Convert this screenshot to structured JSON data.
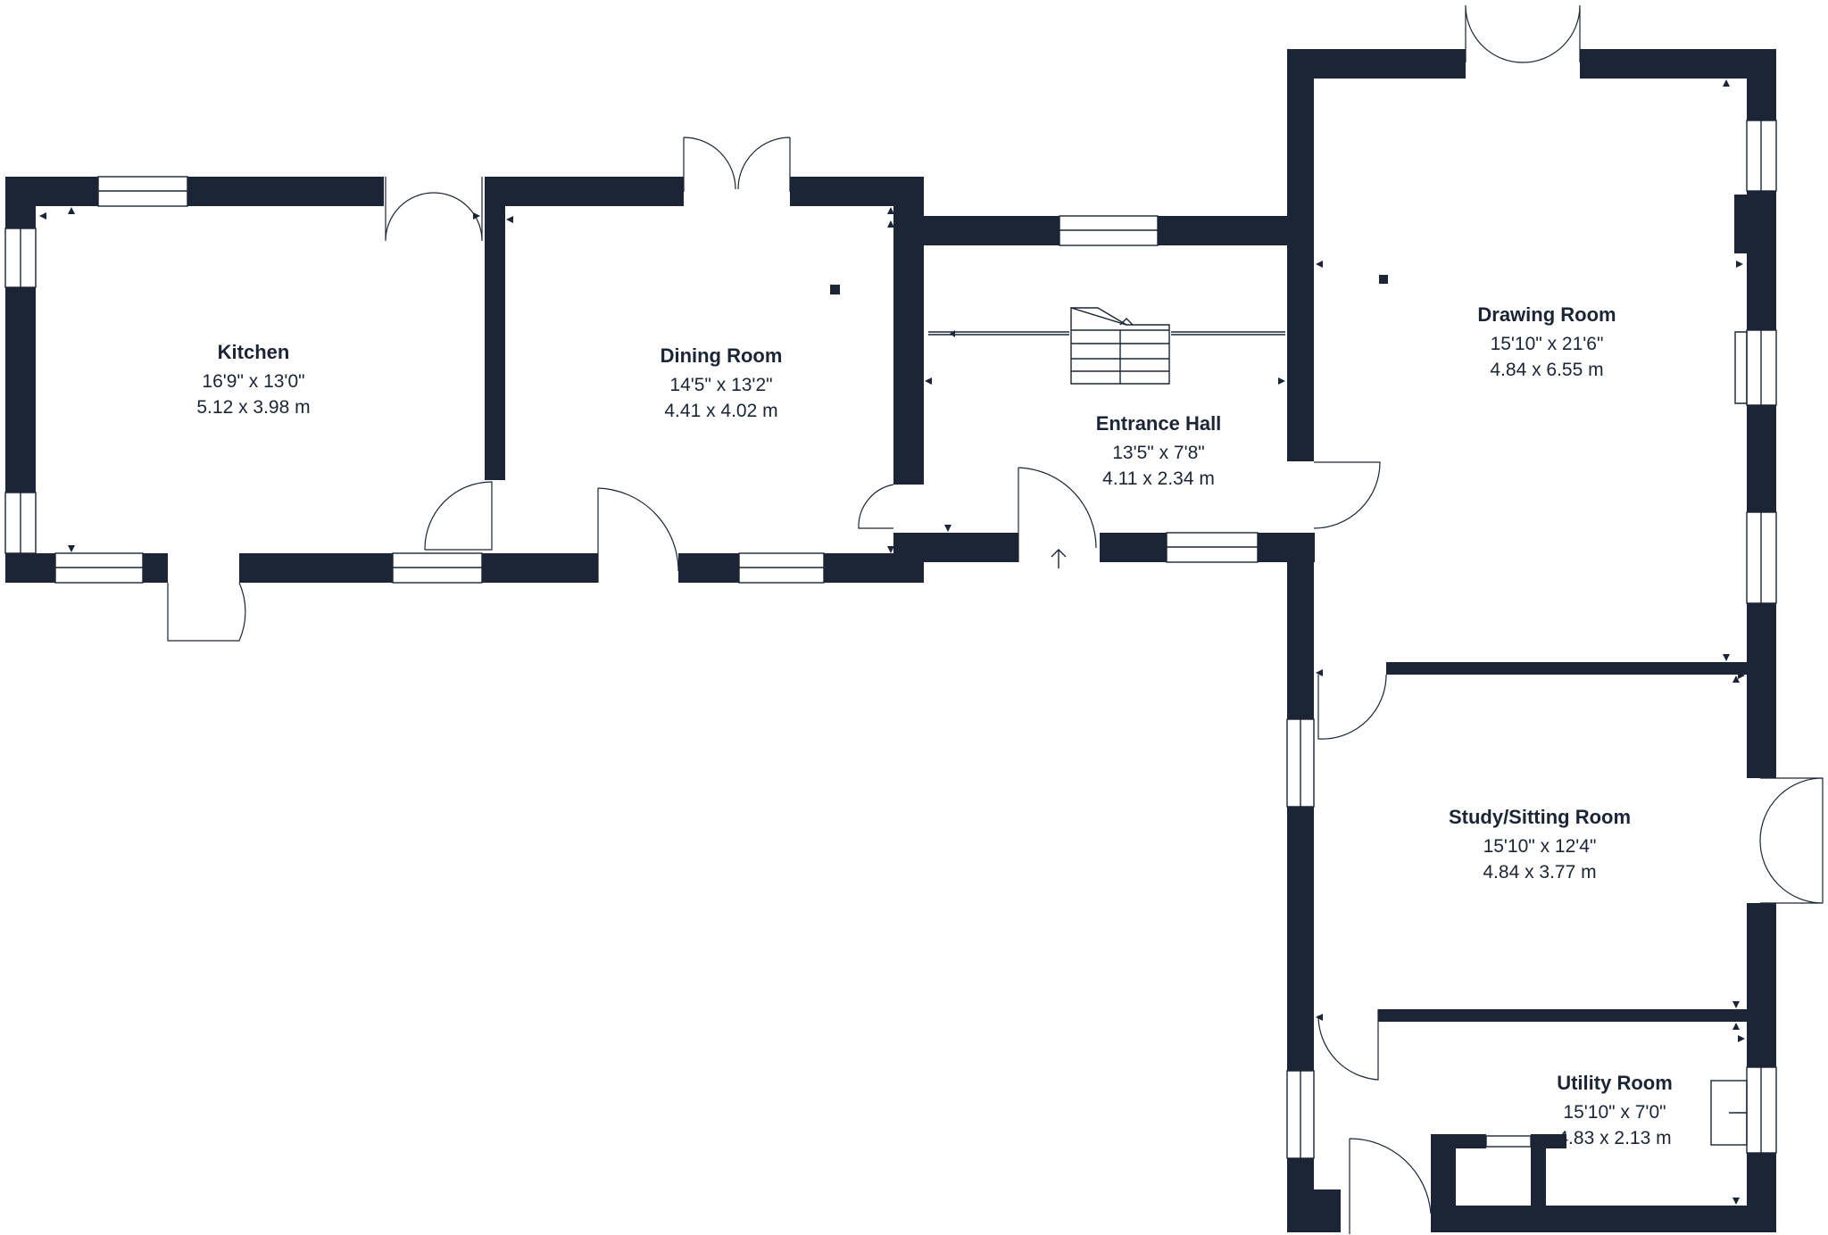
{
  "colors": {
    "wall": "#1c2535",
    "background": "#ffffff"
  },
  "rooms": [
    {
      "id": "kitchen",
      "name": "Kitchen",
      "imperial": "16'9\" x 13'0\"",
      "metric": "5.12 x 3.98 m"
    },
    {
      "id": "dining",
      "name": "Dining Room",
      "imperial": "14'5\" x 13'2\"",
      "metric": "4.41 x 4.02 m"
    },
    {
      "id": "hall",
      "name": "Entrance Hall",
      "imperial": "13'5\" x 7'8\"",
      "metric": "4.11 x 2.34 m"
    },
    {
      "id": "drawing",
      "name": "Drawing Room",
      "imperial": "15'10\" x 21'6\"",
      "metric": "4.84 x 6.55 m"
    },
    {
      "id": "study",
      "name": "Study/Sitting Room",
      "imperial": "15'10\" x 12'4\"",
      "metric": "4.84 x 3.77 m"
    },
    {
      "id": "utility",
      "name": "Utility Room",
      "imperial": "15'10\" x 7'0\"",
      "metric": "4.83 x 2.13 m"
    }
  ],
  "entrance_icon": "entrance-arrow-icon"
}
